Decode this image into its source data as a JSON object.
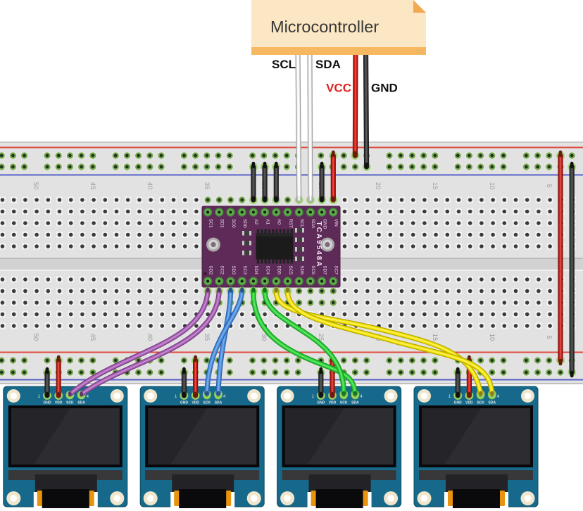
{
  "microcontroller": {
    "label": "Microcontroller",
    "body_color": "#fbe7c3",
    "strip_color": "#f6b860",
    "fold_color": "#f3a94f"
  },
  "wire_labels": {
    "scl": "SCL",
    "sda": "SDA",
    "vcc": "VCC",
    "gnd": "GND",
    "vcc_color": "#e02020",
    "default_color": "#1a1a1a"
  },
  "breadboard": {
    "column_labels": [
      "50",
      "45",
      "40",
      "35",
      "30",
      "25",
      "20",
      "15",
      "10",
      "5"
    ],
    "body_color": "#e2e2e2",
    "rail_red": "#e04a3f",
    "rail_blue": "#5560c8"
  },
  "mux": {
    "name": "TCA9548A",
    "board_color": "#5e2a58",
    "top_pins": [
      "SC1",
      "SD1",
      "SC0",
      "SD0",
      "A2",
      "A1",
      "A0",
      "RST",
      "SCL",
      "SDA",
      "GND",
      "VIN"
    ],
    "bottom_pins": [
      "SD2",
      "SC2",
      "SD3",
      "SC3",
      "SD4",
      "SC4",
      "SD5",
      "SC5",
      "SD6",
      "SC6",
      "SD7",
      "SC7"
    ]
  },
  "oled": {
    "board_color": "#16698a",
    "pin_labels": [
      "GND",
      "VDD",
      "SCK",
      "SDA"
    ],
    "first_pin_number": "1",
    "last_pin_number": "4",
    "modules": [
      "oled-display-1",
      "oled-display-2",
      "oled-display-3",
      "oled-display-4"
    ]
  },
  "wires": {
    "white": {
      "core": "#ededed",
      "edge": "#a0a0a0",
      "tip": "#c6c6c6",
      "sheen": "#ffffff"
    },
    "red": {
      "core": "#cc2018",
      "edge": "#7e120c",
      "tip": "#641d10",
      "sheen": "#e8564a"
    },
    "black": {
      "core": "#3c3c3c",
      "edge": "#1c1c1c",
      "tip": "#111111",
      "sheen": "#606060"
    },
    "purple": {
      "core": "#ab62b5",
      "edge": "#7a4187",
      "tip": "#5e3468",
      "sheen": "#cb92d4"
    },
    "blue": {
      "core": "#4e8fdd",
      "edge": "#2a66b0",
      "tip": "#2c4f86",
      "sheen": "#83b5ee"
    },
    "green": {
      "core": "#2ed13a",
      "edge": "#179c23",
      "tip": "#12771b",
      "sheen": "#70e878"
    },
    "yellow": {
      "core": "#f5e400",
      "edge": "#b5a800",
      "tip": "#867a22",
      "sheen": "#fcf276"
    }
  }
}
